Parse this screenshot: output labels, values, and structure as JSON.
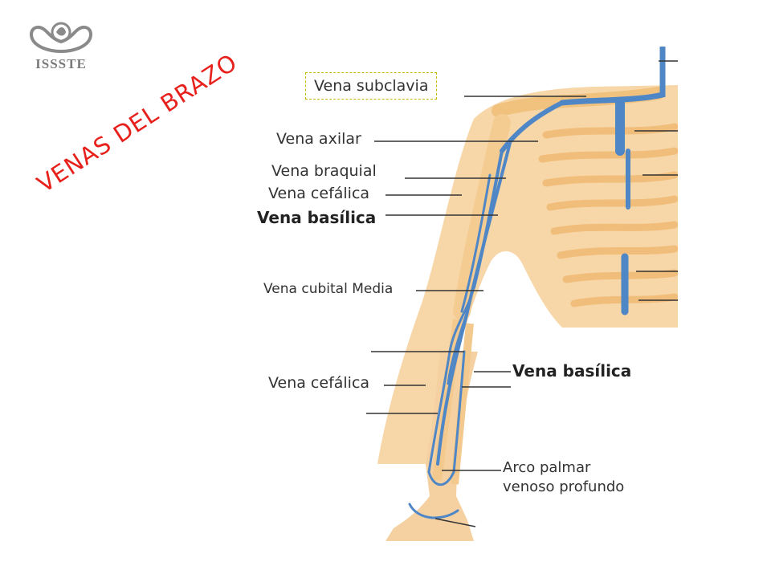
{
  "logo": {
    "text": "ISSSTE"
  },
  "title": "VENAS DEL BRAZO",
  "labels": {
    "subclavia": "Vena subclavia",
    "axilar": "Vena axilar",
    "braquial": "Vena braquial",
    "cefalica_upper": "Vena cefálica",
    "basilica_upper": "Vena basílica",
    "cubital_media": "Vena cubital Media",
    "cefalica_lower": "Vena cefálica",
    "basilica_lower": "Vena basílica",
    "arco_line1": "Arco palmar",
    "arco_line2": "venoso profundo"
  },
  "colors": {
    "title": "#e8201b",
    "vein": "#4f86c6",
    "skin": "#f7d6a8",
    "bone": "#f1c27d"
  }
}
